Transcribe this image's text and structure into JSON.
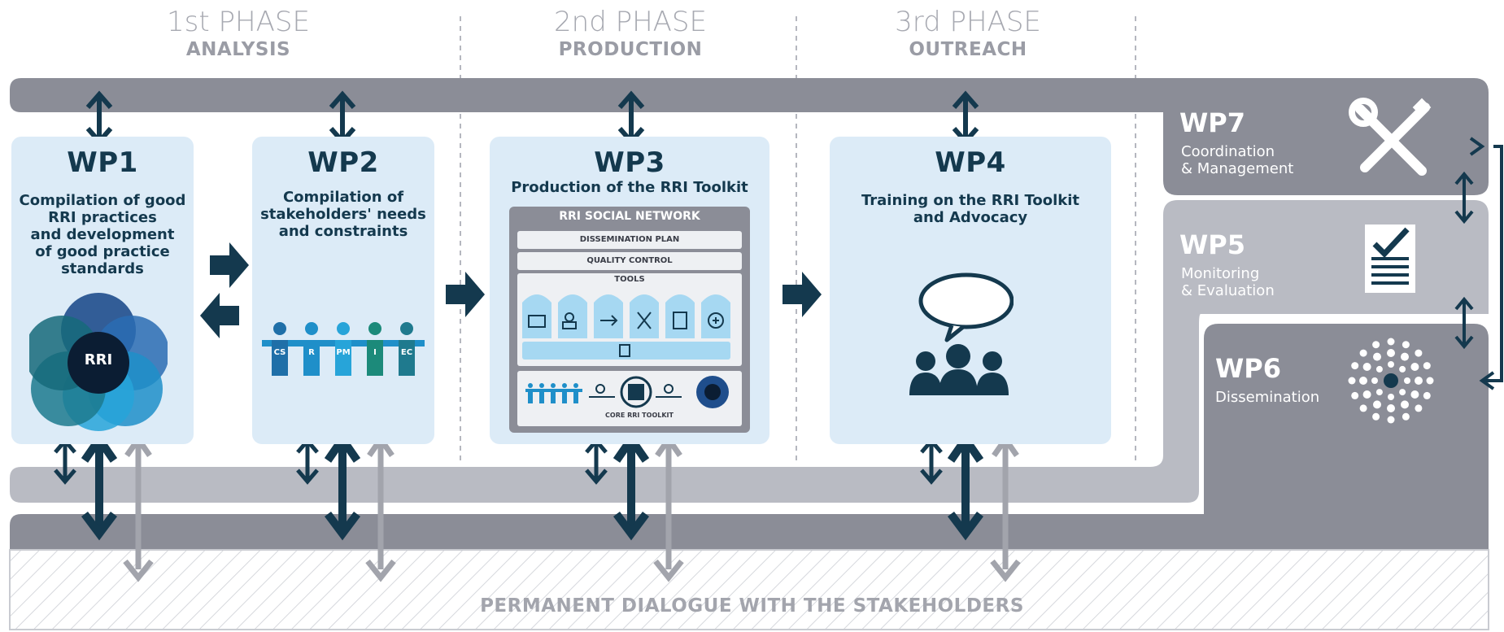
{
  "phases": [
    {
      "number": "1st PHASE",
      "name": "ANALYSIS"
    },
    {
      "number": "2nd PHASE",
      "name": "PRODUCTION"
    },
    {
      "number": "3rd PHASE",
      "name": "OUTREACH"
    }
  ],
  "work_packages": {
    "wp1": {
      "title": "WP1",
      "description": [
        "Compilation of good",
        "RRI practices",
        "and development",
        "of good practice",
        "standards"
      ],
      "logo_text": "RRI"
    },
    "wp2": {
      "title": "WP2",
      "description": [
        "Compilation of",
        "stakeholders' needs",
        "and constraints"
      ],
      "stakeholders": [
        "CS",
        "R",
        "PM",
        "I",
        "EC"
      ]
    },
    "wp3": {
      "title": "WP3",
      "description": [
        "Production of the RRI Toolkit"
      ]
    },
    "wp4": {
      "title": "WP4",
      "description": [
        "Training on the RRI Toolkit",
        "and Advocacy"
      ]
    },
    "wp5": {
      "title": "WP5",
      "description": [
        "Monitoring",
        "& Evaluation"
      ]
    },
    "wp6": {
      "title": "WP6",
      "description": [
        "Dissemination"
      ]
    },
    "wp7": {
      "title": "WP7",
      "description": [
        "Coordination",
        "& Management"
      ]
    }
  },
  "toolkit": {
    "title": "RRI SOCIAL NETWORK",
    "rows": [
      "DISSEMINATION PLAN",
      "QUALITY CONTROL"
    ],
    "tools_label": "TOOLS",
    "core_label": "CORE RRI TOOLKIT"
  },
  "footer": {
    "text": "PERMANENT DIALOGUE WITH THE STAKEHOLDERS"
  },
  "colors": {
    "dark_navy": "#14394e",
    "card_bg": "#dcebf7",
    "band_dark": "#8b8d97",
    "band_mid": "#a8aab2",
    "band_light": "#b9bbc3",
    "phase_text": "#a7a9b1",
    "arrow_gray": "#a2a4ac"
  }
}
